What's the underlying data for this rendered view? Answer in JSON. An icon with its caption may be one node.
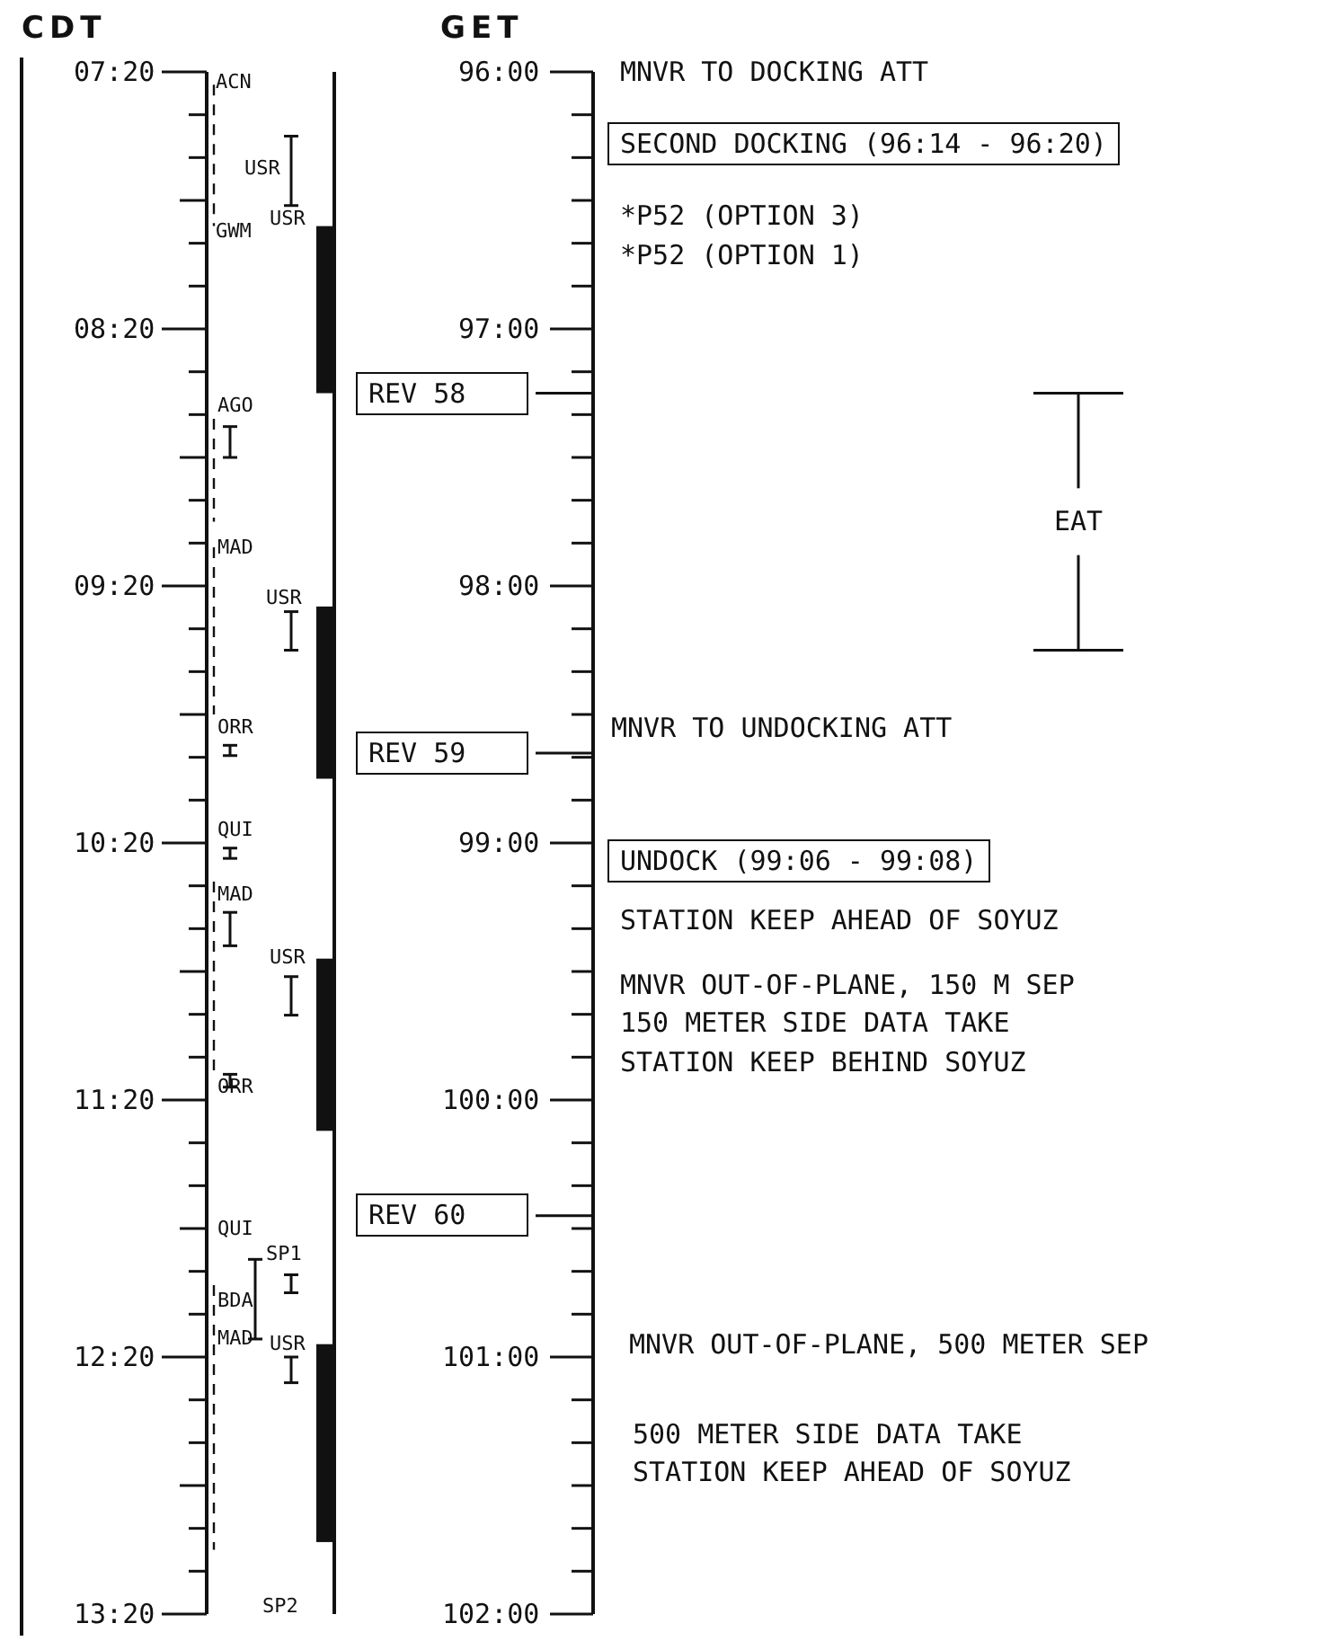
{
  "diagram": {
    "nodes": [
      {
        "text": [
          "REV  58"
        ]
      },
      {
        "text": [
          "REV  59"
        ]
      },
      {
        "text": [
          "REV  60"
        ]
      },
      {
        "text": [
          "SECOND DOCKING (96:14 - 96:20)"
        ]
      },
      {
        "text": [
          "UNDOCK (99:06 - 99:08)"
        ]
      }
    ],
    "labels": [
      "CDT",
      "GET",
      "07:20",
      "08:20",
      "09:20",
      "10:20",
      "11:20",
      "12:20",
      "13:20",
      "ACN",
      "USR",
      "GWM",
      "USR",
      "AGO",
      "MAD",
      "USR",
      "ORR",
      "QUI",
      "MAD",
      "USR",
      "ORR",
      "QUI",
      "SP1",
      "BDA",
      "MAD",
      "USR",
      "SP2",
      "96:00",
      "97:00",
      "98:00",
      "99:00",
      "100:00",
      "101:00",
      "102:00",
      "MNVR TO DOCKING ATT",
      "*P52 (OPTION 3)",
      "*P52 (OPTION 1)",
      "EAT",
      "MNVR TO UNDOCKING ATT",
      "STATION KEEP AHEAD OF SOYUZ",
      "MNVR OUT-OF-PLANE, 150 M SEP",
      "150 METER SIDE DATA TAKE",
      "STATION KEEP BEHIND SOYUZ",
      "MNVR OUT-OF-PLANE, 500 METER SEP",
      "500 METER SIDE DATA TAKE",
      "STATION KEEP AHEAD OF SOYUZ"
    ]
  }
}
